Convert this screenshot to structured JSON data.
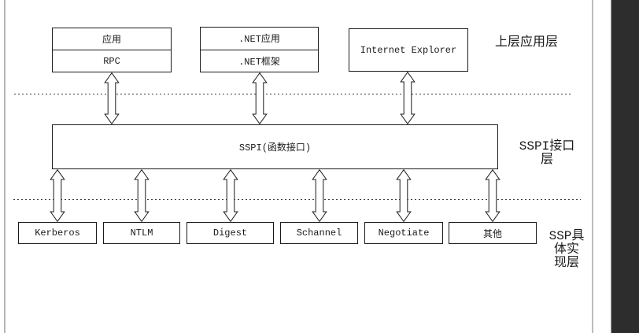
{
  "page": {
    "background": "#ffffff"
  },
  "chrome": {
    "left_edge_line_color": "#b3b6b8",
    "page_edge_line_color": "#bcbcbc",
    "scroll_region_color": "#2d2d2d"
  },
  "diagram": {
    "layers": [
      {
        "name": "upper-application-layer",
        "label": {
          "text": "上层应用层",
          "lines": [
            "上层应用层"
          ]
        },
        "boxes": [
          {
            "id": "app-rpc",
            "cells": [
              "应用",
              "RPC"
            ]
          },
          {
            "id": "dotnet",
            "cells": [
              ".NET应用",
              ".NET框架"
            ]
          },
          {
            "id": "internet-explorer",
            "cells": [
              "Internet Explorer"
            ]
          }
        ]
      },
      {
        "name": "sspi-interface-layer",
        "label": {
          "text": "SSPI接口层",
          "lines": [
            "SSPI接口",
            "层"
          ]
        },
        "boxes": [
          {
            "id": "sspi",
            "cells": [
              "SSPI(函数接口)"
            ]
          }
        ]
      },
      {
        "name": "ssp-implementation-layer",
        "label": {
          "text": "SSP具体实现层",
          "lines": [
            "SSP具",
            "体实",
            "现层"
          ]
        },
        "boxes": [
          {
            "id": "kerberos",
            "cells": [
              "Kerberos"
            ]
          },
          {
            "id": "ntlm",
            "cells": [
              "NTLM"
            ]
          },
          {
            "id": "digest",
            "cells": [
              "Digest"
            ]
          },
          {
            "id": "schannel",
            "cells": [
              "Schannel"
            ]
          },
          {
            "id": "negotiate",
            "cells": [
              "Negotiate"
            ]
          },
          {
            "id": "other",
            "cells": [
              "其他"
            ]
          }
        ]
      }
    ]
  }
}
